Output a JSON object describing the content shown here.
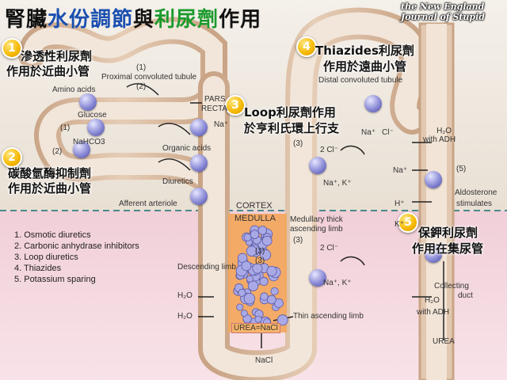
{
  "title": {
    "part1": "腎臟",
    "part2": "水份調節",
    "part3": "與",
    "part4": "利尿劑",
    "part5": "作用"
  },
  "journal": {
    "line1": "the New England",
    "line2": "Journal of Stupid"
  },
  "callouts": [
    {
      "num": "1",
      "line1": "滲透性利尿劑",
      "line2": "作用於近曲小管"
    },
    {
      "num": "2",
      "line1": "碳酸氫酶抑制劑",
      "line2": "作用於近曲小管"
    },
    {
      "num": "3",
      "line1": "Loop利尿劑作用",
      "line2": "於亨利氏環上行支"
    },
    {
      "num": "4",
      "line1": "Thiazides利尿劑",
      "line2": "作用於遠曲小管"
    },
    {
      "num": "5",
      "line1": "保鉀利尿劑",
      "line2": "作用在集尿管"
    }
  ],
  "labels": {
    "proximal": "Proximal convoluted tubule",
    "amino": "Amino acids",
    "glucose": "Glucose",
    "nahco3": "NaHCO3",
    "organic": "Organic acids",
    "diuretics": "Diuretics",
    "afferent": "Afferent arteriole",
    "pars": "PARS",
    "recta": "RECTA",
    "na_pars": "Na⁺",
    "distal": "Distal convoluted tubule",
    "na_distal": "Na⁺",
    "cl_distal": "Cl⁻",
    "cortex": "CORTEX",
    "medulla": "MEDULLA",
    "medullary_thick_1": "Medullary thick",
    "medullary_thick_2": "ascending limb",
    "cl2_upper": "2 Cl⁻",
    "nak_upper": "Na⁺, K⁺",
    "cl2_lower": "2 Cl⁻",
    "nak_lower": "Na⁺, K⁺",
    "descending": "Descending limb",
    "h2o_a": "H₂O",
    "h2o_b": "H₂O",
    "thin_asc": "Thin ascending limb",
    "urea_nacl": "UREA=NaCl",
    "nacl": "NaCl",
    "h2o_adh_top_1": "H₂O",
    "h2o_adh_top_2": "with ADH",
    "na_cd": "Na⁺",
    "five": "(5)",
    "aldo_1": "Aldosterone",
    "aldo_2": "stimulates",
    "h_plus": "H⁺",
    "k_plus": "K⁺",
    "collecting_1": "Collecting",
    "collecting_2": "duct",
    "h2o_adh_bot_1": "H₂O",
    "h2o_adh_bot_2": "with ADH",
    "urea": "UREA",
    "n1a": "(1)",
    "n2a": "(2)",
    "n1b": "(1)",
    "n2b": "(2)",
    "n3a": "(3)",
    "n3b": "(3)",
    "n1c": "(1)",
    "n3c": "(3)"
  },
  "legend": [
    "1. Osmotic diuretics",
    "2. Carbonic anhydrase inhibitors",
    "3. Loop diuretics",
    "4. Thiazides",
    "5. Potassium sparing"
  ],
  "colors": {
    "cortex_bg": "#ede6dd",
    "medulla_bg": "#f3d4dc",
    "tubule": "#dab99e",
    "title_blue": "#1a4fb0",
    "title_green": "#1a9a2c",
    "badge": "#f5b800"
  }
}
